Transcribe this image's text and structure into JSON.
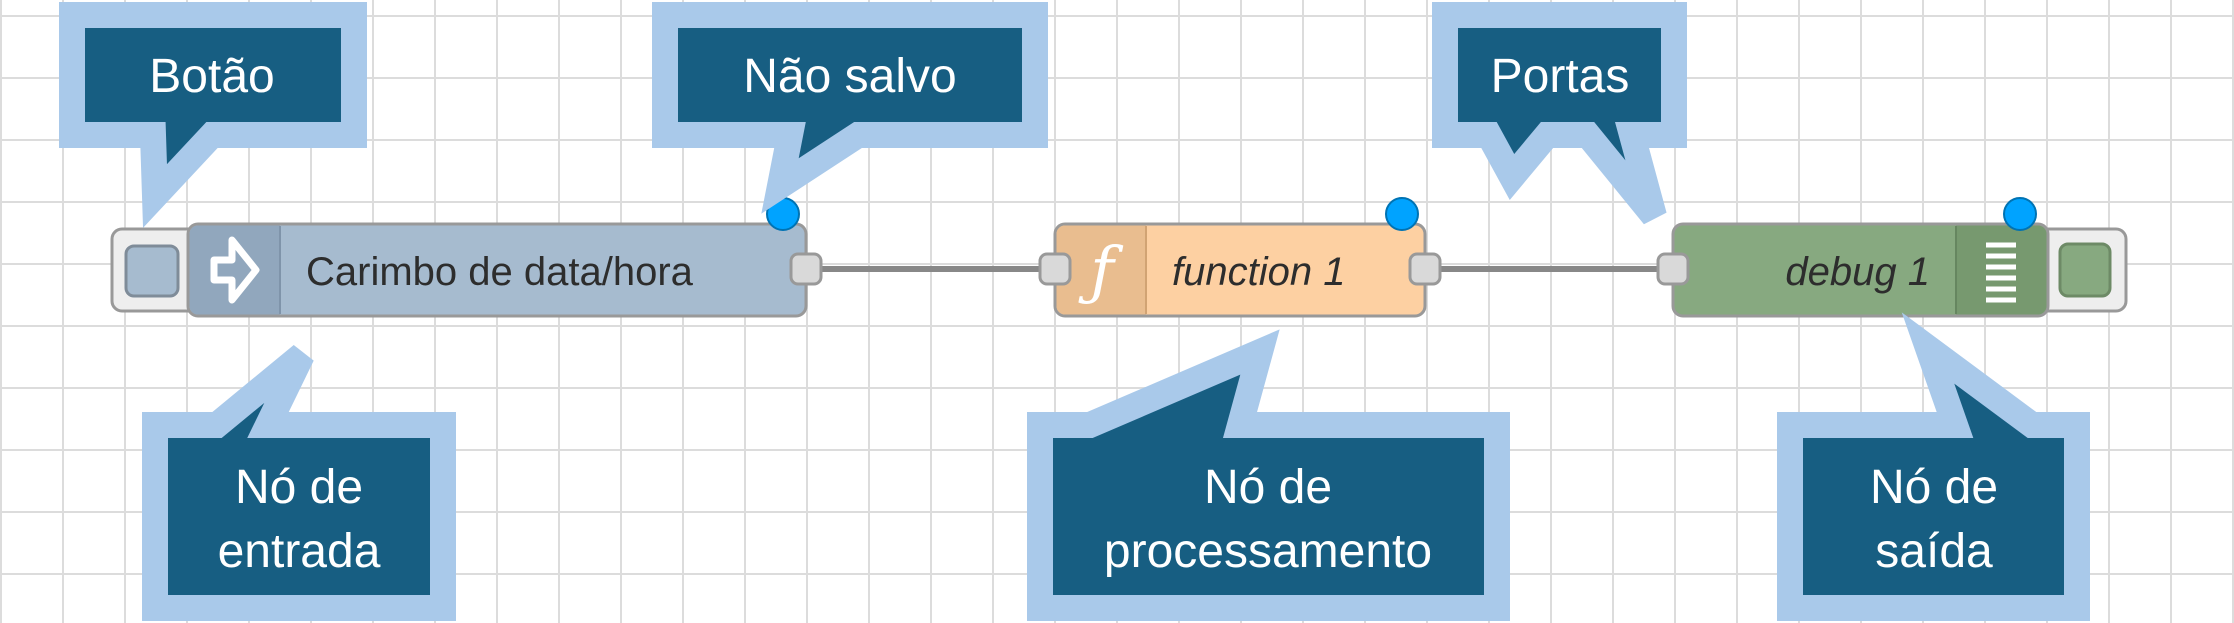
{
  "nodes": {
    "inject": {
      "label": "Carimbo de data/hora",
      "icon": "arrow-in-icon",
      "color": "#a6bbcf",
      "icon_bg": "#91a7bd"
    },
    "function": {
      "label": "function 1",
      "icon": "function-icon",
      "color": "#fdd0a2",
      "icon_bg": "#e9bd8f"
    },
    "debug": {
      "label": "debug 1",
      "icon": "list-icon",
      "color": "#87a980",
      "icon_bg": "#77996f"
    }
  },
  "callouts": {
    "button": {
      "lines": [
        "Botão"
      ]
    },
    "unsaved": {
      "lines": [
        "Não salvo"
      ]
    },
    "ports": {
      "lines": [
        "Portas"
      ]
    },
    "input_node": {
      "lines": [
        "Nó de",
        "entrada"
      ]
    },
    "processing_node": {
      "lines": [
        "Nó de",
        "processamento"
      ]
    },
    "output_node": {
      "lines": [
        "Nó de",
        "saída"
      ]
    }
  },
  "colors": {
    "callout_fill": "#175e82",
    "callout_border": "#a9c9ea",
    "changed_dot": "#00a3ff",
    "wire": "#888888"
  }
}
